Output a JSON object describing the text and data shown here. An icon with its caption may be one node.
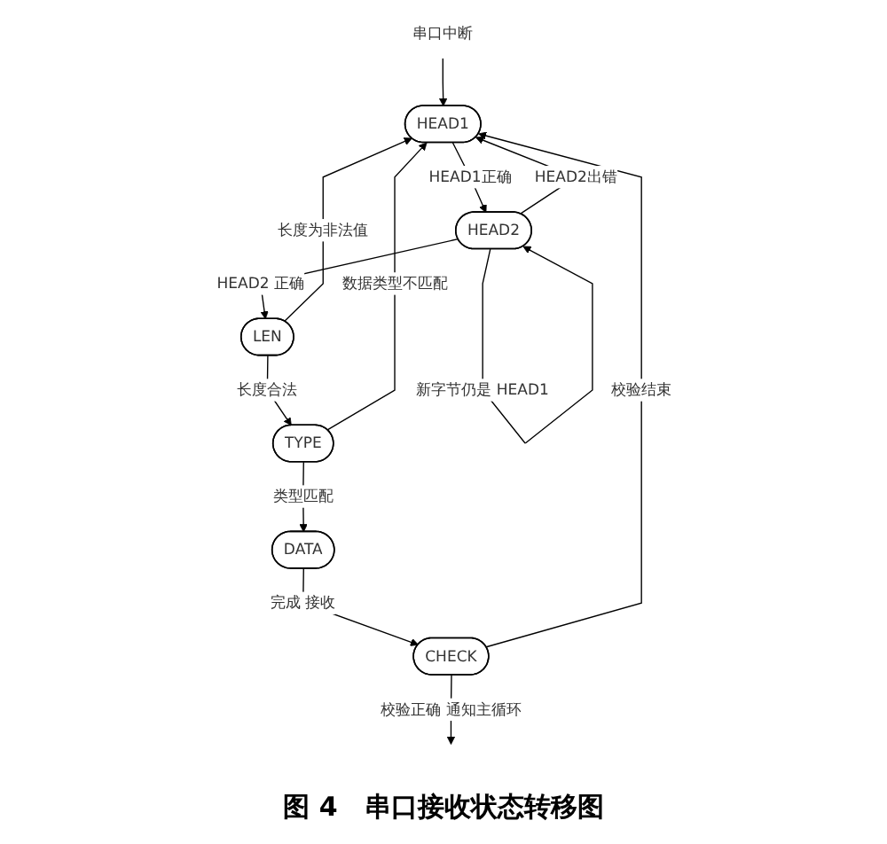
{
  "diagram": {
    "caption": "图 4　串口接收状态转移图",
    "nodes": [
      {
        "text": [
          "串口中断"
        ]
      },
      {
        "text": [
          "HEAD1"
        ]
      },
      {
        "text": [
          "HEAD2"
        ]
      },
      {
        "text": [
          "LEN"
        ]
      },
      {
        "text": [
          "TYPE"
        ]
      },
      {
        "text": [
          "DATA"
        ]
      },
      {
        "text": [
          "CHECK"
        ]
      }
    ],
    "edges": [
      {
        "from": 0,
        "to": 1,
        "arrow": "to"
      },
      {
        "from": 1,
        "to": 2,
        "arrow": "to",
        "label": "HEAD1正确"
      },
      {
        "from": 2,
        "to": 1,
        "arrow": "to",
        "label": "HEAD2出错"
      },
      {
        "from": 2,
        "to": 2,
        "arrow": "to",
        "label": "新字节仍是 HEAD1"
      },
      {
        "from": 2,
        "to": 3,
        "arrow": "to",
        "label": "HEAD2 正确"
      },
      {
        "from": 3,
        "to": 1,
        "arrow": "to",
        "label": "长度为非法值"
      },
      {
        "from": 3,
        "to": 4,
        "arrow": "to",
        "label": "长度合法"
      },
      {
        "from": 4,
        "to": 1,
        "arrow": "to",
        "label": "数据类型不匹配"
      },
      {
        "from": 4,
        "to": 5,
        "arrow": "to",
        "label": "类型匹配"
      },
      {
        "from": 5,
        "to": 6,
        "arrow": "to",
        "label": "完成 接收"
      },
      {
        "from": 6,
        "to": 1,
        "arrow": "to",
        "label": "校验结束"
      },
      {
        "from": 6,
        "to": null,
        "arrow": "to",
        "label": "校验正确 通知主循环"
      }
    ]
  }
}
